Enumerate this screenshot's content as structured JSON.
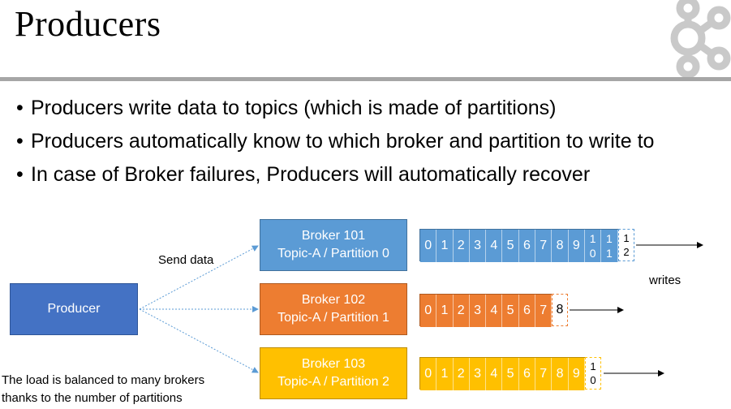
{
  "title": "Producers",
  "bullets": [
    "Producers write data to topics (which is made of partitions)",
    "Producers automatically know to which broker and partition to write to",
    "In case of Broker failures, Producers will automatically recover"
  ],
  "producer": {
    "label": "Producer"
  },
  "brokers": [
    {
      "line1": "Broker 101",
      "line2": "Topic-A / Partition 0"
    },
    {
      "line1": "Broker 102",
      "line2": "Topic-A / Partition 1"
    },
    {
      "line1": "Broker 103",
      "line2": "Topic-A / Partition 2"
    }
  ],
  "partitions": [
    {
      "offsets": [
        "0",
        "1",
        "2",
        "3",
        "4",
        "5",
        "6",
        "7",
        "8",
        "9"
      ],
      "extra": [
        [
          "1",
          "0"
        ],
        [
          "1",
          "1"
        ]
      ],
      "next": [
        "1",
        "2"
      ]
    },
    {
      "offsets": [
        "0",
        "1",
        "2",
        "3",
        "4",
        "5",
        "6",
        "7"
      ],
      "extra": [],
      "next": [
        "8"
      ]
    },
    {
      "offsets": [
        "0",
        "1",
        "2",
        "3",
        "4",
        "5",
        "6",
        "7",
        "8",
        "9"
      ],
      "extra": [],
      "next": [
        "1",
        "0"
      ]
    }
  ],
  "labels": {
    "send_data": "Send data",
    "writes": "writes",
    "note_line1": "The load is balanced to many brokers",
    "note_line2": "thanks to the number of partitions"
  },
  "colors": {
    "producer": "#4472c4",
    "partition0": "#5b9bd5",
    "partition1": "#ed7d31",
    "partition2": "#ffc000",
    "rule": "#a6a6a6",
    "logo": "#c9c9c9"
  },
  "icons": {
    "logo": "kafka-logo-icon"
  }
}
